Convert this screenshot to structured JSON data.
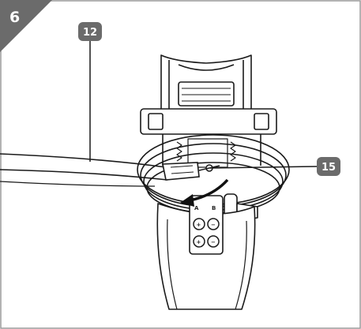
{
  "figure": {
    "step_number": "6",
    "callouts": [
      {
        "id": "strap",
        "label": "12"
      },
      {
        "id": "clip",
        "label": "15"
      }
    ],
    "control_panel": {
      "row1": [
        "A",
        "B"
      ],
      "row2": [
        "+",
        "−"
      ],
      "row3": [
        "+",
        "−"
      ]
    },
    "colors": {
      "badge": "#6b6b6b",
      "line": "#1a1a1a",
      "arrow": "#111111",
      "frame": "#9a9a9a"
    }
  }
}
